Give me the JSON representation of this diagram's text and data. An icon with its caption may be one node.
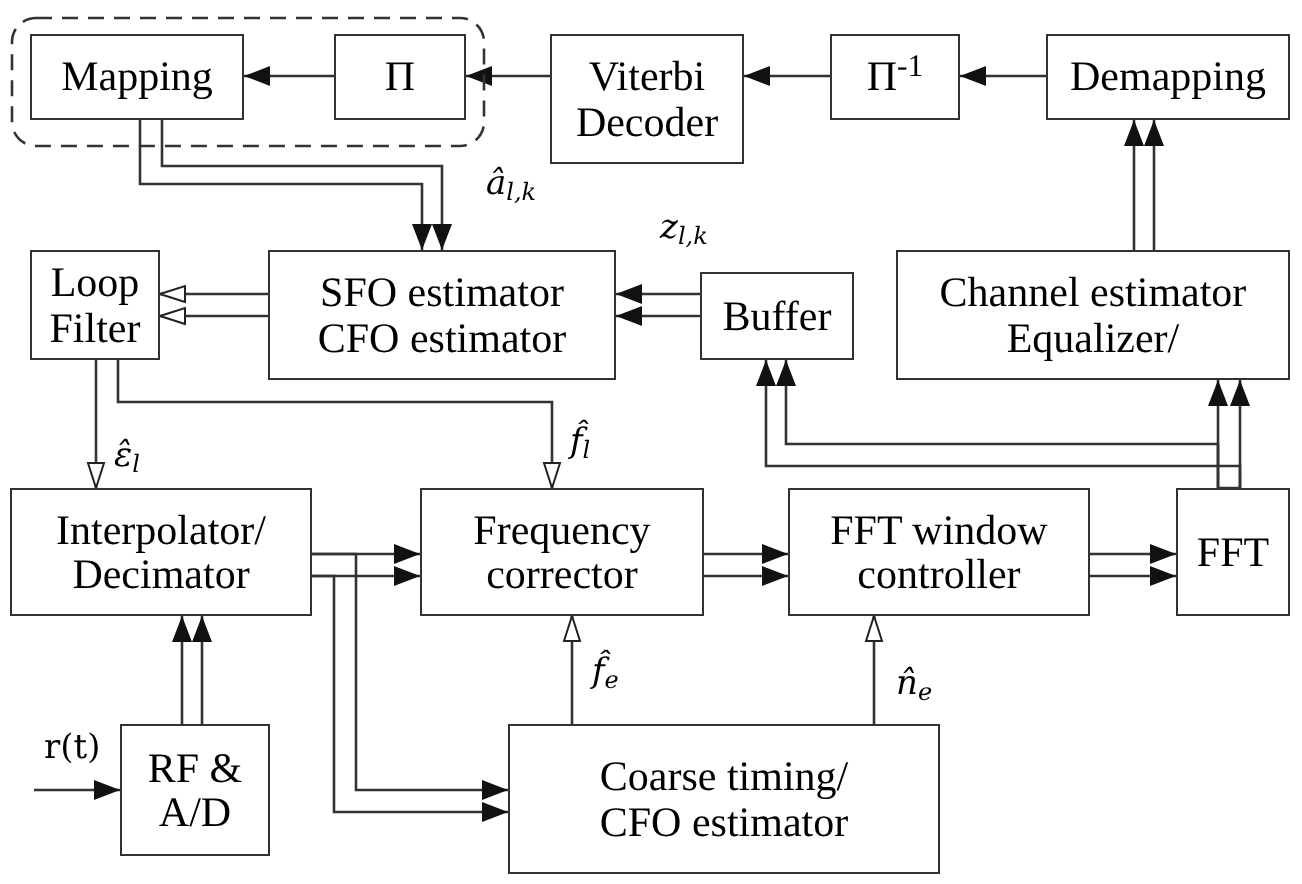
{
  "diagram": {
    "nodes": [
      {
        "text": [],
        "shape": "box"
      },
      {
        "text": [
          "Mapping"
        ],
        "in": 0
      },
      {
        "text": [
          "Π"
        ],
        "in": 0
      },
      {
        "text": [
          "Viterbi Decoder"
        ]
      },
      {
        "text": [
          "Π$^{-1}$"
        ]
      },
      {
        "text": [
          "Demapping"
        ]
      },
      {
        "text": [
          "Loop Filter"
        ]
      },
      {
        "text": [
          "SFO estimator CFO estimator"
        ]
      },
      {
        "text": [
          "Buffer"
        ]
      },
      {
        "text": [
          "Channel estimator Equalizer/"
        ]
      },
      {
        "text": [
          "Interpolator/ Decimator"
        ]
      },
      {
        "text": [
          "Frequency corrector"
        ]
      },
      {
        "text": [
          "FFT window controller"
        ]
      },
      {
        "text": [
          "FFT"
        ]
      },
      {
        "text": [
          "RF & A/D"
        ]
      },
      {
        "text": [
          "Coarse timing/ CFO estimator"
        ]
      }
    ],
    "edges": [
      {
        "from": 2,
        "to": 1,
        "arrow": "to"
      },
      {
        "from": 3,
        "to": 2,
        "arrow": "to"
      },
      {
        "from": 4,
        "to": 3,
        "arrow": "to"
      },
      {
        "from": 5,
        "to": 4,
        "arrow": "to"
      },
      {
        "from": 1,
        "to": 7,
        "arrow": "to",
        "label": "*â*$_{l,k}$"
      },
      {
        "from": 7,
        "to": 6,
        "arrow": "to"
      },
      {
        "from": 8,
        "to": 7,
        "arrow": "to",
        "label": "*z*$_{l,k}$"
      },
      {
        "from": 6,
        "to": 10,
        "arrow": "to",
        "label": "*ε̂*$_{l}$"
      },
      {
        "from": 6,
        "to": 11,
        "arrow": "to",
        "label": "*f̂*$_{l}$"
      },
      {
        "from": 9,
        "to": 5,
        "arrow": "to"
      },
      {
        "from": 13,
        "to": 8,
        "arrow": "to"
      },
      {
        "from": 13,
        "to": 9,
        "arrow": "to"
      },
      {
        "from": 10,
        "to": 11,
        "arrow": "to"
      },
      {
        "from": 10,
        "to": 15,
        "arrow": "to"
      },
      {
        "from": 11,
        "to": 12,
        "arrow": "to"
      },
      {
        "from": 12,
        "to": 13,
        "arrow": "to"
      },
      {
        "from": 14,
        "to": 10,
        "arrow": "to"
      },
      {
        "from": null,
        "to": 14,
        "arrow": "to",
        "label": "r(t)"
      },
      {
        "from": 15,
        "to": 11,
        "arrow": "to",
        "label": "*f̂*$_{e}$"
      },
      {
        "from": 15,
        "to": 12,
        "arrow": "to",
        "label": "*n̂*$_{e}$"
      }
    ]
  }
}
